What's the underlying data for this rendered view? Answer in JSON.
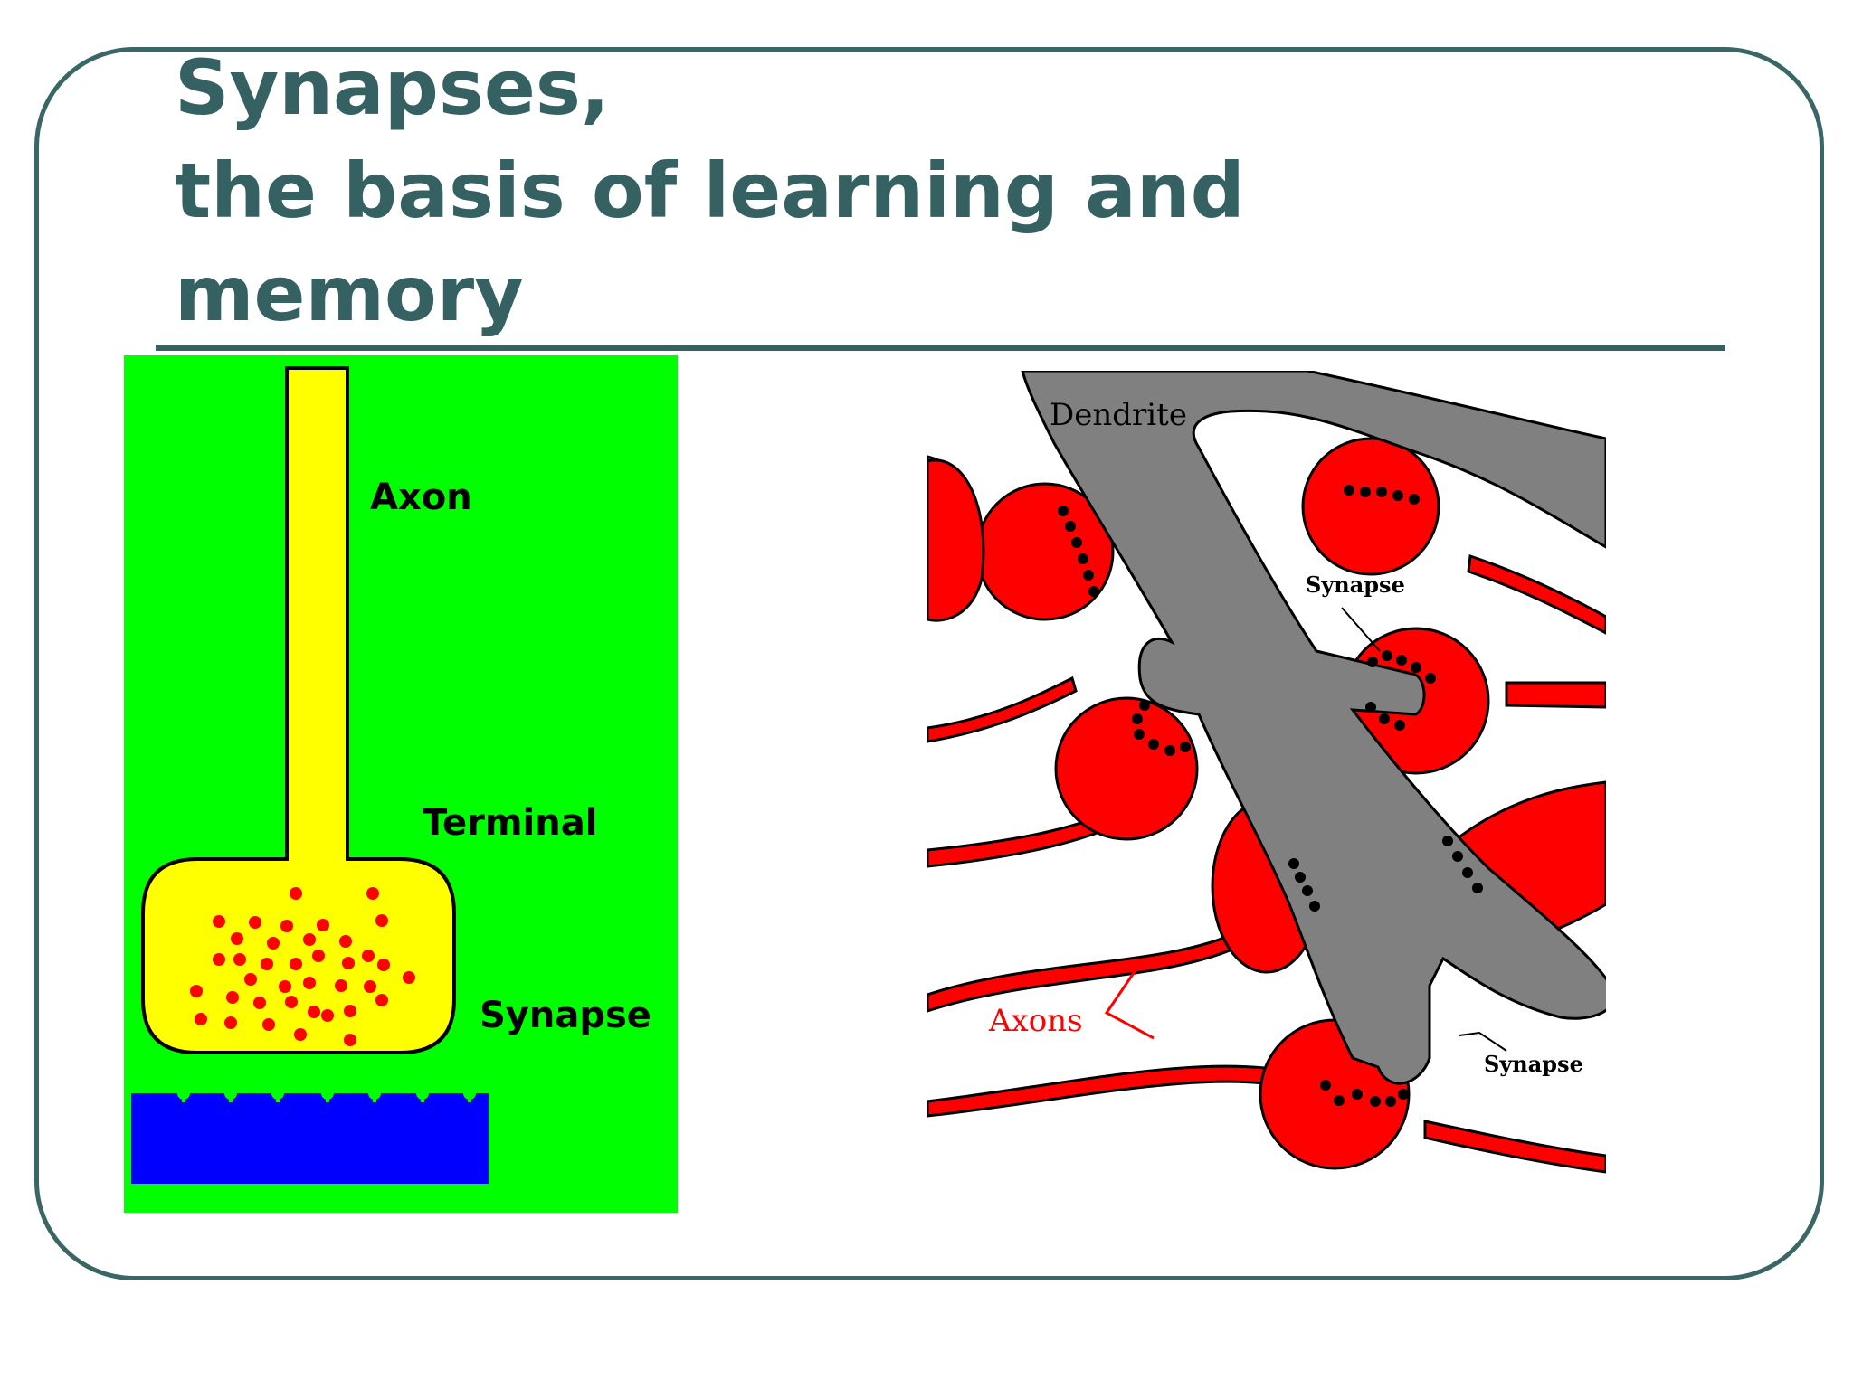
{
  "title": {
    "line1": "Synapses,",
    "line2": "the basis of learning and",
    "line3": "memory"
  },
  "left_diagram": {
    "labels": {
      "axon": "Axon",
      "terminal": "Terminal",
      "synapse": "Synapse"
    },
    "colors": {
      "background": "#00ff00",
      "axon": "#ffff00",
      "vesicle": "#ff0000",
      "receiving_cell": "#0000ff",
      "receptor": "#00ff00"
    }
  },
  "right_diagram": {
    "labels": {
      "dendrite": "Dendrite",
      "synapse_top": "Synapse",
      "synapse_bottom": "Synapse",
      "axons": "Axons"
    },
    "colors": {
      "dendrite": "#808080",
      "axon": "#ff0000",
      "axons_label": "#ff0000"
    }
  },
  "colors": {
    "title": "#356162",
    "frame": "#3a6666"
  }
}
